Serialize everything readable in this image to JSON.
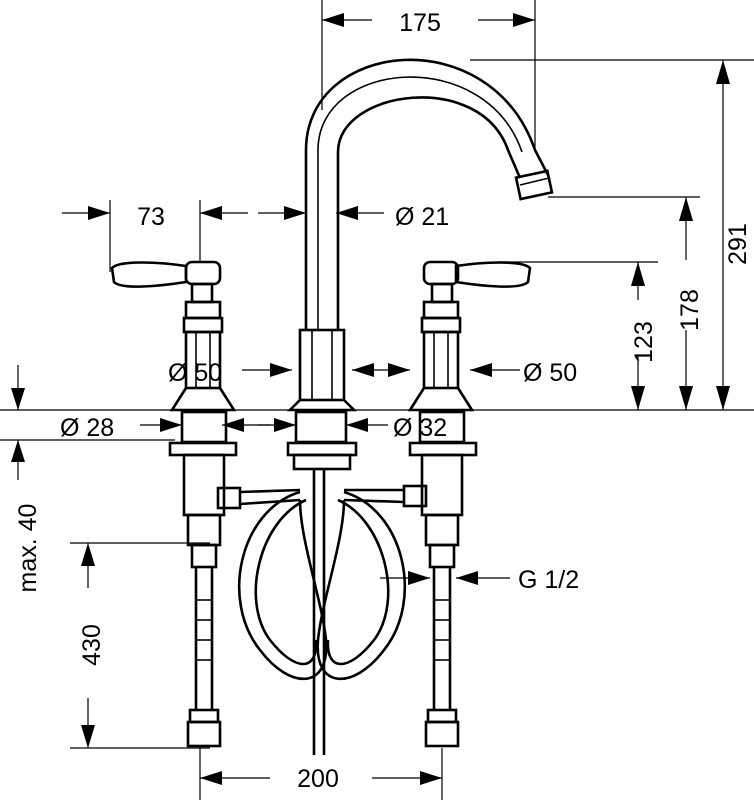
{
  "dimensions": {
    "spout_reach": "175",
    "total_height": "291",
    "outlet_height": "178",
    "handle_height": "123",
    "handle_offset": "73",
    "spout_diameter": "Ø 21",
    "left_valve_diameter": "Ø 50",
    "right_valve_diameter": "Ø 50",
    "left_shank_diameter": "Ø 28",
    "spout_shank_diameter": "Ø 32",
    "max_deck_thickness": "max. 40",
    "hose_length": "430",
    "connection_thread": "G 1/2",
    "valve_spacing": "200"
  }
}
